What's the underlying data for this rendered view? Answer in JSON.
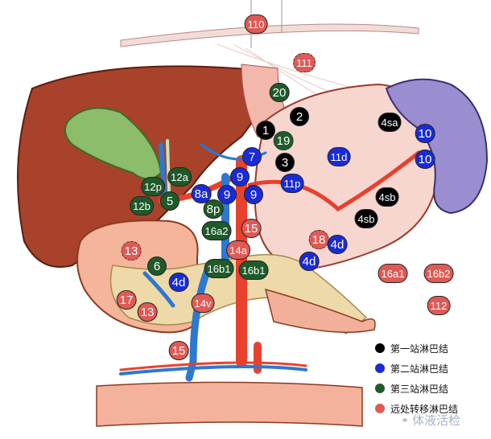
{
  "colors": {
    "first_station": "#000000",
    "second_station": "#1a2bd6",
    "third_station": "#1f5a2a",
    "distant_metastasis": "#e05a55"
  },
  "nodes": [
    {
      "label": "110",
      "station": "distant_metastasis",
      "dashed": false
    },
    {
      "label": "111",
      "station": "distant_metastasis",
      "dashed": true
    },
    {
      "label": "20",
      "station": "third_station",
      "dashed": false
    },
    {
      "label": "2",
      "station": "first_station",
      "dashed": false
    },
    {
      "label": "1",
      "station": "first_station",
      "dashed": false
    },
    {
      "label": "19",
      "station": "third_station",
      "dashed": true
    },
    {
      "label": "3",
      "station": "first_station",
      "dashed": false
    },
    {
      "label": "7",
      "station": "second_station",
      "dashed": false
    },
    {
      "label": "9",
      "station": "second_station",
      "dashed": false
    },
    {
      "label": "9",
      "station": "second_station",
      "dashed": false
    },
    {
      "label": "9",
      "station": "second_station",
      "dashed": false
    },
    {
      "label": "11p",
      "station": "second_station",
      "dashed": false
    },
    {
      "label": "11d",
      "station": "second_station",
      "dashed": false
    },
    {
      "label": "4sa",
      "station": "first_station",
      "dashed": false
    },
    {
      "label": "10",
      "station": "second_station",
      "dashed": false
    },
    {
      "label": "10",
      "station": "second_station",
      "dashed": false
    },
    {
      "label": "4sb",
      "station": "first_station",
      "dashed": false
    },
    {
      "label": "4sb",
      "station": "first_station",
      "dashed": false
    },
    {
      "label": "12a",
      "station": "third_station",
      "dashed": false
    },
    {
      "label": "12p",
      "station": "third_station",
      "dashed": false
    },
    {
      "label": "5",
      "station": "third_station",
      "dashed": false
    },
    {
      "label": "12b",
      "station": "third_station",
      "dashed": false
    },
    {
      "label": "8a",
      "station": "second_station",
      "dashed": false
    },
    {
      "label": "8p",
      "station": "third_station",
      "dashed": false
    },
    {
      "label": "16a2",
      "station": "third_station",
      "dashed": false
    },
    {
      "label": "15",
      "station": "distant_metastasis",
      "dashed": false
    },
    {
      "label": "14a",
      "station": "distant_metastasis",
      "dashed": false
    },
    {
      "label": "18",
      "station": "distant_metastasis",
      "dashed": true
    },
    {
      "label": "4d",
      "station": "second_station",
      "dashed": false
    },
    {
      "label": "4d",
      "station": "second_station",
      "dashed": false
    },
    {
      "label": "13",
      "station": "distant_metastasis",
      "dashed": true
    },
    {
      "label": "6",
      "station": "third_station",
      "dashed": false
    },
    {
      "label": "16b1",
      "station": "third_station",
      "dashed": false
    },
    {
      "label": "16b1",
      "station": "third_station",
      "dashed": false
    },
    {
      "label": "4d",
      "station": "second_station",
      "dashed": false
    },
    {
      "label": "17",
      "station": "distant_metastasis",
      "dashed": false
    },
    {
      "label": "13",
      "station": "distant_metastasis",
      "dashed": false
    },
    {
      "label": "14v",
      "station": "distant_metastasis",
      "dashed": false
    },
    {
      "label": "15",
      "station": "distant_metastasis",
      "dashed": false
    },
    {
      "label": "16a1",
      "station": "distant_metastasis",
      "dashed": false
    },
    {
      "label": "16b2",
      "station": "distant_metastasis",
      "dashed": false
    },
    {
      "label": "112",
      "station": "distant_metastasis",
      "dashed": false
    }
  ],
  "legend": [
    {
      "label": "第一站淋巴结",
      "station": "first_station"
    },
    {
      "label": "第二站淋巴结",
      "station": "second_station"
    },
    {
      "label": "第三站淋巴结",
      "station": "third_station"
    },
    {
      "label": "远处转移淋巴结",
      "station": "distant_metastasis"
    }
  ],
  "watermark": {
    "text": "体液活检",
    "icon": "wechat-icon"
  }
}
